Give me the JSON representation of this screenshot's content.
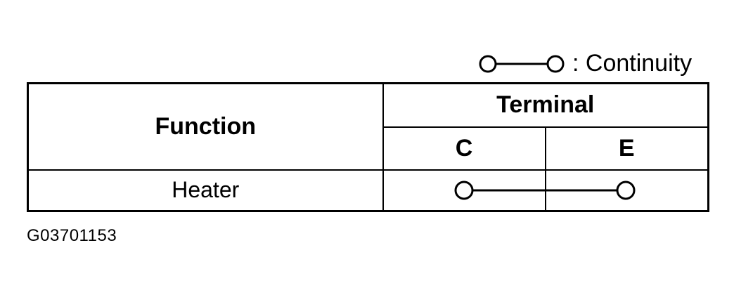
{
  "legend": {
    "symbol": "continuity-symbol",
    "text": ": Continuity"
  },
  "table": {
    "function_header": "Function",
    "terminal_header": "Terminal",
    "terminals": [
      "C",
      "E"
    ],
    "rows": [
      {
        "function": "Heater",
        "continuity": [
          "C",
          "E"
        ]
      }
    ]
  },
  "figure_id": "G03701153"
}
